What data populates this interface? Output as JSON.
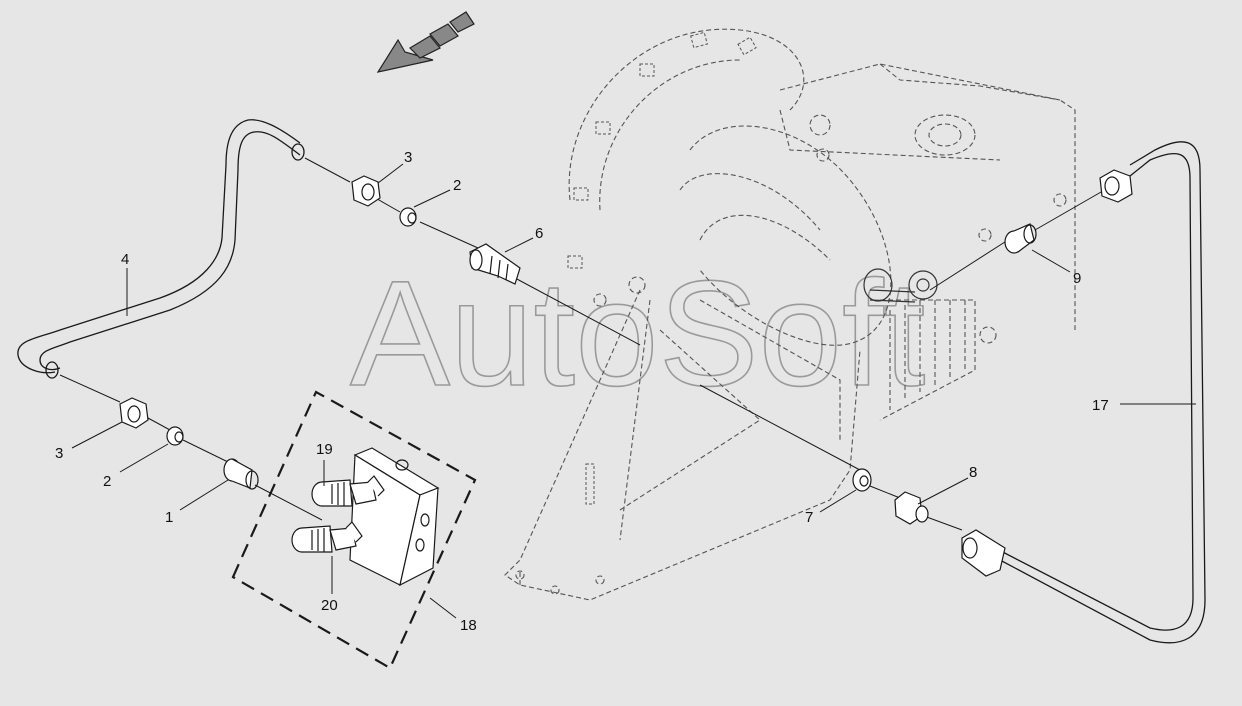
{
  "watermark": "AutoSoft",
  "callouts": [
    {
      "id": "c1",
      "label": "1"
    },
    {
      "id": "c2a",
      "label": "2"
    },
    {
      "id": "c2b",
      "label": "2"
    },
    {
      "id": "c3a",
      "label": "3"
    },
    {
      "id": "c3b",
      "label": "3"
    },
    {
      "id": "c4",
      "label": "4"
    },
    {
      "id": "c6",
      "label": "6"
    },
    {
      "id": "c7",
      "label": "7"
    },
    {
      "id": "c8",
      "label": "8"
    },
    {
      "id": "c9",
      "label": "9"
    },
    {
      "id": "c17",
      "label": "17"
    },
    {
      "id": "c18",
      "label": "18"
    },
    {
      "id": "c19",
      "label": "19"
    },
    {
      "id": "c20",
      "label": "20"
    }
  ],
  "icons": {
    "direction_arrow": "direction-arrow-icon"
  },
  "colors": {
    "background": "#e6e6e6",
    "line": "#1a1a1a",
    "housing_line": "#555555",
    "watermark": "#9a9a9a"
  }
}
